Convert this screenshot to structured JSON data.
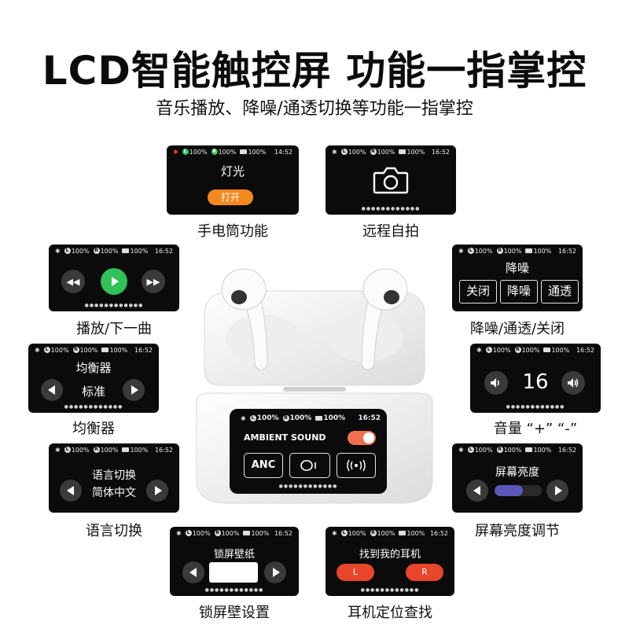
{
  "header": {
    "title": "LCD智能触控屏 功能一指掌控",
    "subtitle": "音乐播放、降噪/通透切换等功能一指掌控"
  },
  "status_bar": {
    "bluetooth_icon": "bluetooth-icon",
    "left_label": "L",
    "left_pct": "100%",
    "right_label": "R",
    "right_pct": "100%",
    "case_pct": "100%",
    "time": "16:52",
    "time_alt": "14:52"
  },
  "colors": {
    "screen_bg": "#0b0b0b",
    "orange": "#f48a1f",
    "green": "#2fc15a",
    "red": "#e8452a",
    "purple": "#5a57b8"
  },
  "screens": {
    "flashlight": {
      "title": "灯光",
      "button": "打开",
      "caption": "手电筒功能"
    },
    "camera": {
      "caption": "远程自拍"
    },
    "playback": {
      "caption": "播放/下一曲"
    },
    "anc": {
      "title": "降噪",
      "options": [
        "关闭",
        "降噪",
        "通透"
      ],
      "caption": "降噪/通透/关闭"
    },
    "eq": {
      "title": "均衡器",
      "value": "标准",
      "caption": "均衡器"
    },
    "volume": {
      "value": "16",
      "caption": "音量 “+” “-”"
    },
    "language": {
      "title": "语言切换",
      "value": "简体中文",
      "caption": "语言切换"
    },
    "brightness": {
      "title": "屏幕亮度",
      "level": 0.6,
      "caption": "屏幕亮度调节"
    },
    "wallpaper": {
      "title": "锁屏壁纸",
      "caption": "锁屏壁设置"
    },
    "findbuds": {
      "title": "找到我的耳机",
      "left": "L",
      "right": "R",
      "caption": "耳机定位查找"
    },
    "case": {
      "mode": "AMBIENT SOUND",
      "anc_button": "ANC"
    }
  }
}
